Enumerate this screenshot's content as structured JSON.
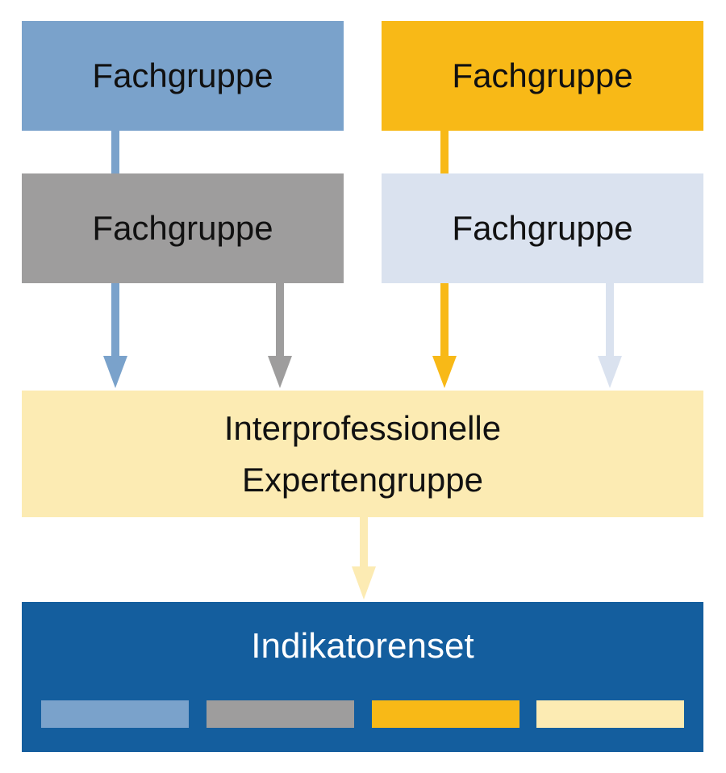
{
  "boxes": {
    "top_left": {
      "label": "Fachgruppe",
      "color": "#7AA2CB"
    },
    "top_right": {
      "label": "Fachgruppe",
      "color": "#F8B917"
    },
    "mid_left": {
      "label": "Fachgruppe",
      "color": "#9E9D9D"
    },
    "mid_right": {
      "label": "Fachgruppe",
      "color": "#DAE2EF"
    },
    "expert": {
      "line1": "Interprofessionelle",
      "line2": "Expertengruppe",
      "color": "#FCEBB3"
    },
    "result": {
      "label": "Indikatorenset",
      "color": "#145E9E"
    }
  },
  "swatches": [
    "#7AA2CB",
    "#9E9D9D",
    "#F8B917",
    "#FCEBB3"
  ]
}
